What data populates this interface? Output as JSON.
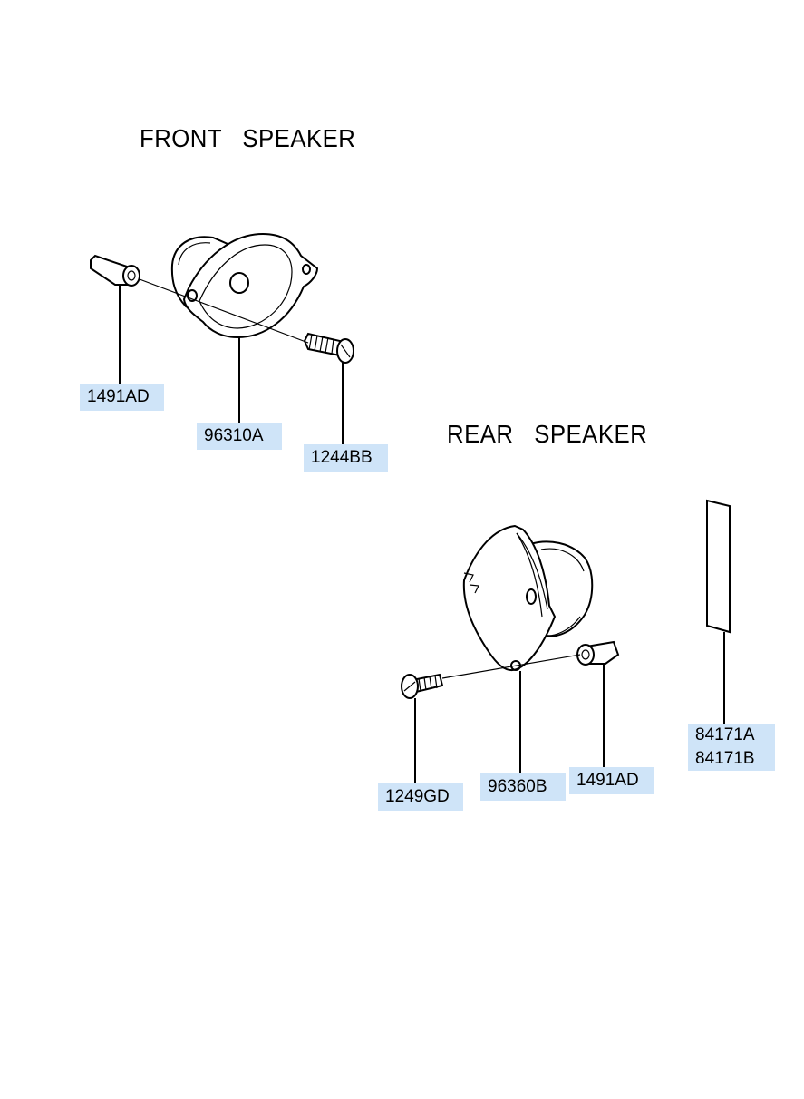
{
  "sections": {
    "front_title": "FRONT   SPEAKER",
    "rear_title": "REAR   SPEAKER"
  },
  "parts": {
    "front_bushing": "1491AD",
    "front_speaker": "96310A",
    "front_screw": "1244BB",
    "rear_screw": "1249GD",
    "rear_speaker": "96360B",
    "rear_bushing": "1491AD",
    "label_a": "84171A",
    "label_b": "84171B"
  },
  "colors": {
    "label_highlight": "#cfe4f8",
    "line": "#000000"
  }
}
